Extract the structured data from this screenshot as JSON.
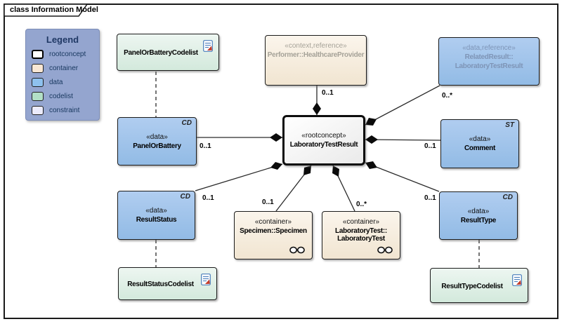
{
  "frame": {
    "title": "class Information Model"
  },
  "legend": {
    "title": "Legend",
    "items": [
      {
        "label": "rootconcept",
        "color": "#ffffff"
      },
      {
        "label": "container",
        "color": "#f9e7d4"
      },
      {
        "label": "data",
        "color": "#8ec1ee"
      },
      {
        "label": "codelist",
        "color": "#b2dfc6"
      },
      {
        "label": "constraint",
        "color": "#ebebfc"
      }
    ]
  },
  "nodes": {
    "panel_or_battery_codelist": {
      "name": "PanelOrBatteryCodelist",
      "icon": "document-icon",
      "type": "codelist"
    },
    "performer": {
      "stereotype": "«context,reference»",
      "name": "Performer::HealthcareProvider",
      "type": "container-reference"
    },
    "related_result": {
      "stereotype": "«data,reference»",
      "name_line1": "RelatedResult::",
      "name_line2": "LaboratoryTestResult",
      "type": "data-reference"
    },
    "panel_or_battery": {
      "stereotype": "«data»",
      "name": "PanelOrBattery",
      "tag": "CD",
      "type": "data"
    },
    "laboratory_test_result": {
      "stereotype": "«rootconcept»",
      "name": "LaboratoryTestResult",
      "type": "rootconcept"
    },
    "comment": {
      "stereotype": "«data»",
      "name": "Comment",
      "tag": "ST",
      "type": "data"
    },
    "result_status": {
      "stereotype": "«data»",
      "name": "ResultStatus",
      "tag": "CD",
      "type": "data"
    },
    "specimen": {
      "stereotype": "«container»",
      "name": "Specimen::Specimen",
      "icon": "eyeglasses-icon",
      "type": "container"
    },
    "laboratory_test": {
      "stereotype": "«container»",
      "name_line1": "LaboratoryTest::",
      "name_line2": "LaboratoryTest",
      "icon": "eyeglasses-icon",
      "type": "container"
    },
    "result_type": {
      "stereotype": "«data»",
      "name": "ResultType",
      "tag": "CD",
      "type": "data"
    },
    "result_status_codelist": {
      "name": "ResultStatusCodelist",
      "icon": "document-icon",
      "type": "codelist"
    },
    "result_type_codelist": {
      "name": "ResultTypeCodelist",
      "icon": "document-icon",
      "type": "codelist"
    }
  },
  "relationships": [
    {
      "from": "laboratory_test_result",
      "to": "performer",
      "kind": "composition",
      "multiplicity": "0..1"
    },
    {
      "from": "laboratory_test_result",
      "to": "related_result",
      "kind": "composition",
      "multiplicity": "0..*"
    },
    {
      "from": "laboratory_test_result",
      "to": "comment",
      "kind": "composition",
      "multiplicity": "0..1"
    },
    {
      "from": "laboratory_test_result",
      "to": "panel_or_battery",
      "kind": "composition",
      "multiplicity": "0..1"
    },
    {
      "from": "laboratory_test_result",
      "to": "result_status",
      "kind": "composition",
      "multiplicity": "0..1"
    },
    {
      "from": "laboratory_test_result",
      "to": "specimen",
      "kind": "composition",
      "multiplicity": "0..1"
    },
    {
      "from": "laboratory_test_result",
      "to": "laboratory_test",
      "kind": "composition",
      "multiplicity": "0..*"
    },
    {
      "from": "laboratory_test_result",
      "to": "result_type",
      "kind": "composition",
      "multiplicity": "0..1"
    },
    {
      "from": "panel_or_battery",
      "to": "panel_or_battery_codelist",
      "kind": "trace-dashed",
      "multiplicity": ""
    },
    {
      "from": "result_status",
      "to": "result_status_codelist",
      "kind": "trace-dashed",
      "multiplicity": ""
    },
    {
      "from": "result_type",
      "to": "result_type_codelist",
      "kind": "trace-dashed",
      "multiplicity": ""
    }
  ]
}
